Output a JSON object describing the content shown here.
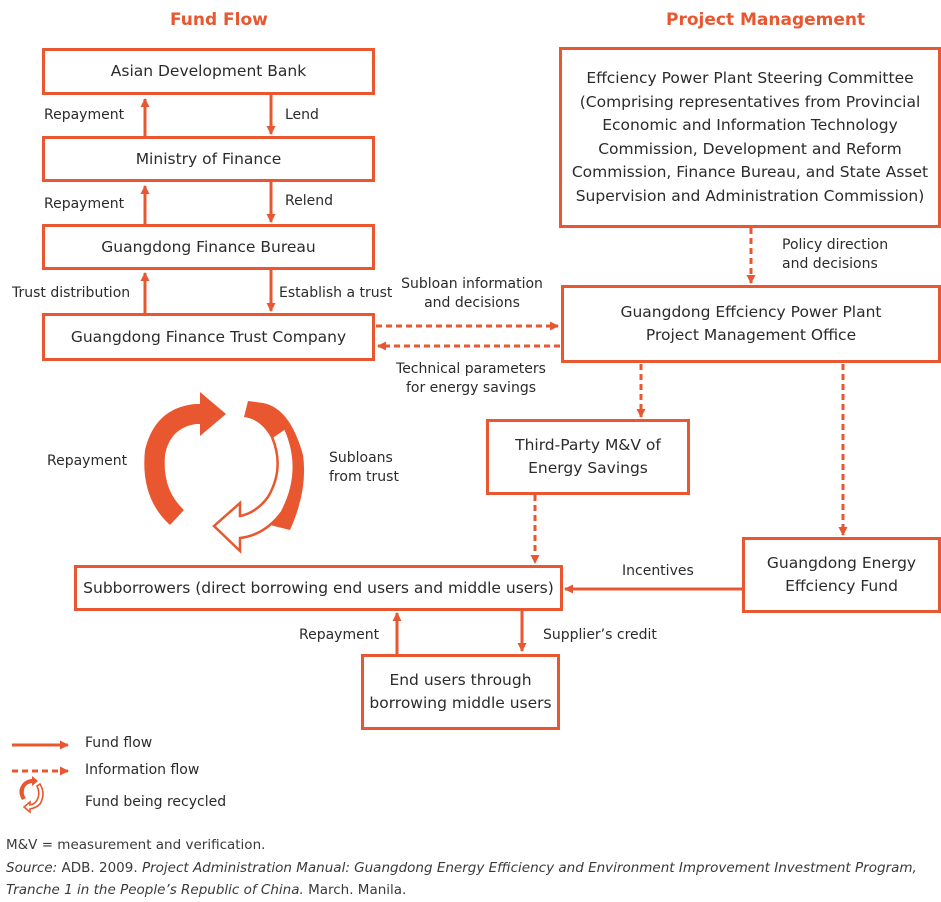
{
  "headings": {
    "fund_flow": "Fund Flow",
    "project_management": "Project Management"
  },
  "boxes": {
    "adb": "Asian Development Bank",
    "mof": "Ministry of Finance",
    "gfb": "Guangdong Finance Bureau",
    "gftc": "Guangdong Finance Trust Company",
    "steering_title": "Effciency Power Plant Steering Committee",
    "steering_lines": [
      "(Comprising representatives from Provincial",
      "Economic and Information Technology",
      "Commission, Development and Reform",
      "Commission, Finance Bureau, and State Asset",
      "Supervision and Administration Commission)"
    ],
    "pmo_lines": [
      "Guangdong Effciency Power Plant",
      "Project Management Office"
    ],
    "mv_lines": [
      "Third-Party M&V of",
      "Energy Savings"
    ],
    "subborrowers": "Subborrowers (direct borrowing end users and middle users)",
    "fund_lines": [
      "Guangdong Energy",
      "Effciency Fund"
    ],
    "endusers_lines": [
      "End users through",
      "borrowing middle users"
    ]
  },
  "labels": {
    "repayment_1": "Repayment",
    "lend": "Lend",
    "repayment_2": "Repayment",
    "relend": "Relend",
    "trust_distribution": "Trust distribution",
    "establish_trust": "Establish a trust",
    "subloan_info_lines": [
      "Subloan information",
      "and decisions"
    ],
    "technical_lines": [
      "Technical parameters",
      "for energy savings"
    ],
    "policy_lines": [
      "Policy direction",
      "and decisions"
    ],
    "recycle_repayment": "Repayment",
    "subloans_lines": [
      "Subloans",
      "from trust"
    ],
    "incentives": "Incentives",
    "repayment_3": "Repayment",
    "suppliers_credit": "Supplier’s credit"
  },
  "legend": {
    "fund_flow": "Fund flow",
    "information_flow": "Information flow",
    "fund_recycled": "Fund being recycled"
  },
  "notes": {
    "abbreviation": "M&V = measurement and verification.",
    "source_label": "Source:",
    "source_prefix": " ADB. 2009. ",
    "source_title_1": "Project Administration Manual: Guangdong Energy Efficiency and Environment Improvement Investment Program,",
    "source_title_2": "Tranche 1 in the People’s Republic of China.",
    "source_suffix": " March. Manila."
  },
  "colors": {
    "accent": "#e8572f",
    "text": "#2b2b2b"
  }
}
